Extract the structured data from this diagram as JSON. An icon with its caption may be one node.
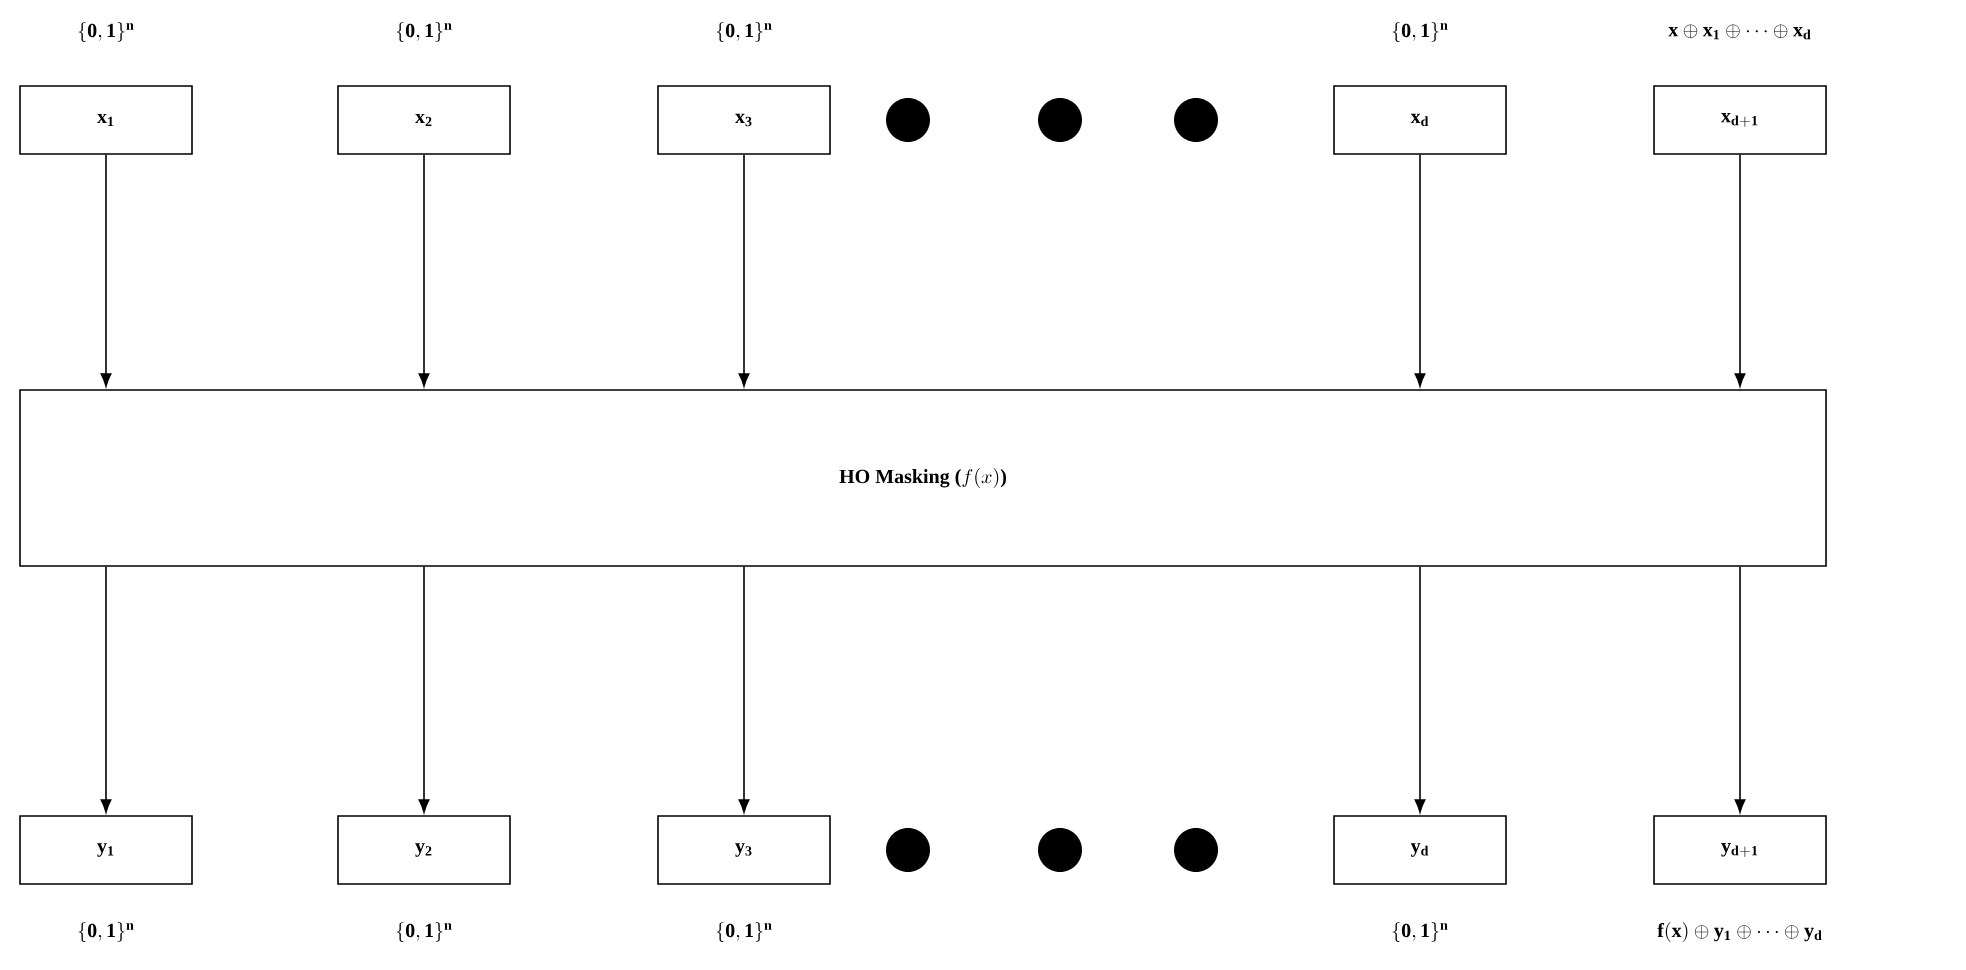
{
  "diagram": {
    "nodes": [
      {
        "text": [
          "\\mathbf{x_1}"
        ],
        "beside": [
          "\\{\\mathbf{0,1}\\}^{\\mathbf{n}}"
        ]
      },
      {
        "text": [
          "\\mathbf{x_2}"
        ],
        "beside": [
          "\\{\\mathbf{0,1}\\}^{\\mathbf{n}}"
        ]
      },
      {
        "text": [
          "\\mathbf{x_3}"
        ],
        "beside": [
          "\\{\\mathbf{0,1}\\}^{\\mathbf{n}}"
        ]
      },
      {
        "text": [
          "\\mathbf{x_d}"
        ],
        "beside": [
          "\\{\\mathbf{0,1}\\}^{\\mathbf{n}}"
        ]
      },
      {
        "text": [
          "\\mathbf{x_{d+1}}"
        ],
        "beside": [
          "\\mathbf{x}\\oplus\\mathbf{x_1}\\oplus\\cdots\\oplus\\mathbf{x_d}"
        ]
      },
      {
        "text": [
          "\\textbf{HO Masking (}f(x)\\textbf{)}"
        ]
      },
      {
        "text": [
          "\\mathbf{y_1}"
        ],
        "beside": [
          "\\{\\mathbf{0,1}\\}^{\\mathbf{n}}"
        ]
      },
      {
        "text": [
          "\\mathbf{y_2}"
        ],
        "beside": [
          "\\{\\mathbf{0,1}\\}^{\\mathbf{n}}"
        ]
      },
      {
        "text": [
          "\\mathbf{y_3}"
        ],
        "beside": [
          "\\{\\mathbf{0,1}\\}^{\\mathbf{n}}"
        ]
      },
      {
        "text": [
          "\\mathbf{y_d}"
        ],
        "beside": [
          "\\{\\mathbf{0,1}\\}^{\\mathbf{n}}"
        ]
      },
      {
        "text": [
          "\\mathbf{y_{d+1}}"
        ],
        "beside": [
          "\\mathbf{f(x)}\\oplus\\mathbf{y_1}\\oplus\\cdots\\oplus\\mathbf{y_d}"
        ]
      }
    ],
    "edges": [
      {
        "from": 0,
        "to": 5,
        "arrow": "to"
      },
      {
        "from": 1,
        "to": 5,
        "arrow": "to"
      },
      {
        "from": 2,
        "to": 5,
        "arrow": "to"
      },
      {
        "from": 3,
        "to": 5,
        "arrow": "to"
      },
      {
        "from": 4,
        "to": 5,
        "arrow": "to"
      },
      {
        "from": 5,
        "to": 6,
        "arrow": "to"
      },
      {
        "from": 5,
        "to": 7,
        "arrow": "to"
      },
      {
        "from": 5,
        "to": 8,
        "arrow": "to"
      },
      {
        "from": 5,
        "to": 9,
        "arrow": "to"
      },
      {
        "from": 5,
        "to": 10,
        "arrow": "to"
      }
    ]
  }
}
